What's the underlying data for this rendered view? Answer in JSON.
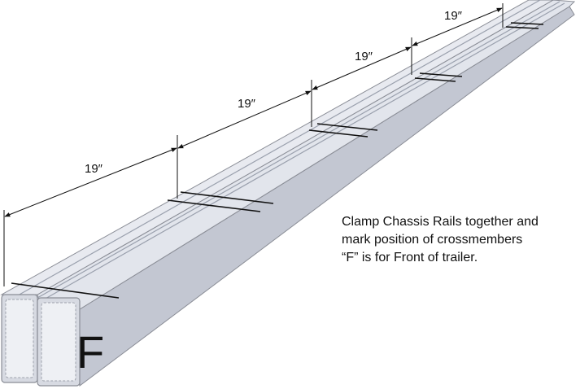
{
  "dimensions": [
    "19″",
    "19″",
    "19″",
    "19″"
  ],
  "caption": [
    "Clamp Chassis Rails together and",
    "mark position of crossmembers",
    "“F” is for Front of trailer."
  ],
  "front_marker": "F",
  "colors": {
    "rail_top": "#e6e8ee",
    "rail_side": "#c3c7d2",
    "rail_end": "#d7dae2",
    "outline": "#8a8d96",
    "mark": "#111111"
  }
}
